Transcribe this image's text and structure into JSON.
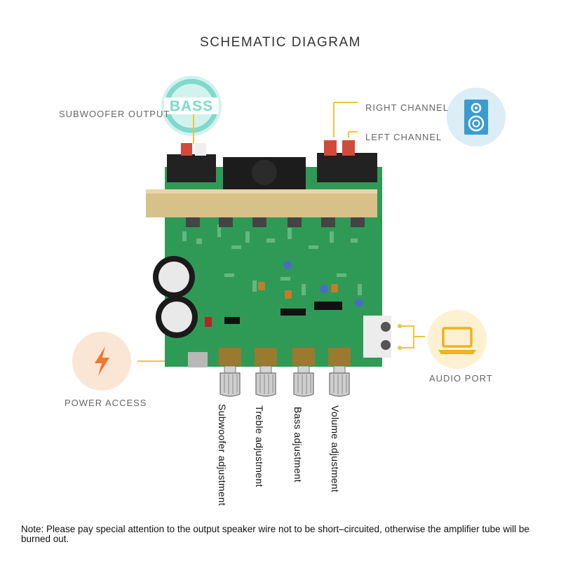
{
  "title": "SCHEMATIC DIAGRAM",
  "labels": {
    "subwoofer_output": "SUBWOOFER OUTPUT",
    "right_channel": "RIGHT CHANNEL",
    "left_channel": "LEFT CHANNEL",
    "audio_port": "AUDIO PORT",
    "power_access": "POWER ACCESS"
  },
  "badge": {
    "bass": "BASS"
  },
  "knobs": [
    {
      "label": "Subwoofer adjustment"
    },
    {
      "label": "Treble adjustment"
    },
    {
      "label": "Bass adjustment"
    },
    {
      "label": "Volume adjustment"
    }
  ],
  "note": "Note: Please pay special attention to the output speaker wire not to be short–circuited, otherwise the amplifier tube will be burned out.",
  "colors": {
    "accent_line": "#f2c43a",
    "bass_badge": "#7fd9cc",
    "speaker_circle": "#dcedf6",
    "speaker_icon": "#3b9bd0",
    "laptop_circle": "#fdf1d2",
    "laptop_icon": "#f1b21b",
    "power_circle": "#fbe6d6",
    "power_icon": "#f07a2b",
    "pcb": "#2f9a56"
  },
  "icons": [
    "bass-badge-icon",
    "speaker-icon",
    "laptop-icon",
    "lightning-icon"
  ]
}
